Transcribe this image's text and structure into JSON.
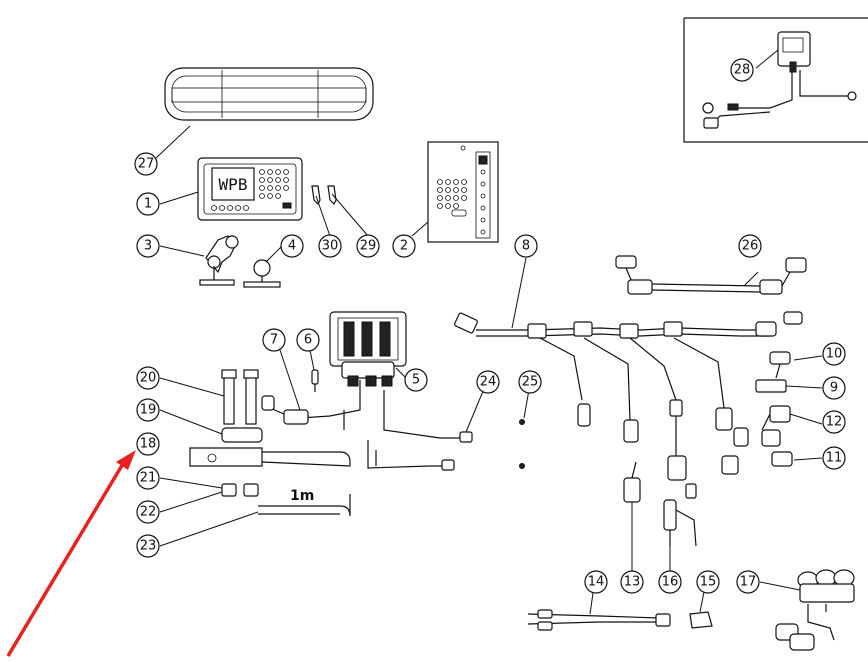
{
  "callouts": {
    "c1": "1",
    "c2": "2",
    "c3": "3",
    "c4": "4",
    "c5": "5",
    "c6": "6",
    "c7": "7",
    "c8": "8",
    "c9": "9",
    "c10": "10",
    "c11": "11",
    "c12": "12",
    "c13": "13",
    "c14": "14",
    "c15": "15",
    "c16": "16",
    "c17": "17",
    "c18": "18",
    "c19": "19",
    "c20": "20",
    "c21": "21",
    "c22": "22",
    "c23": "23",
    "c24": "24",
    "c25": "25",
    "c26": "26",
    "c27": "27",
    "c28": "28",
    "c29": "29",
    "c30": "30"
  },
  "display_screen_text": "WPB",
  "cable_length_label": "1m",
  "arrow_color": "#e8201e"
}
